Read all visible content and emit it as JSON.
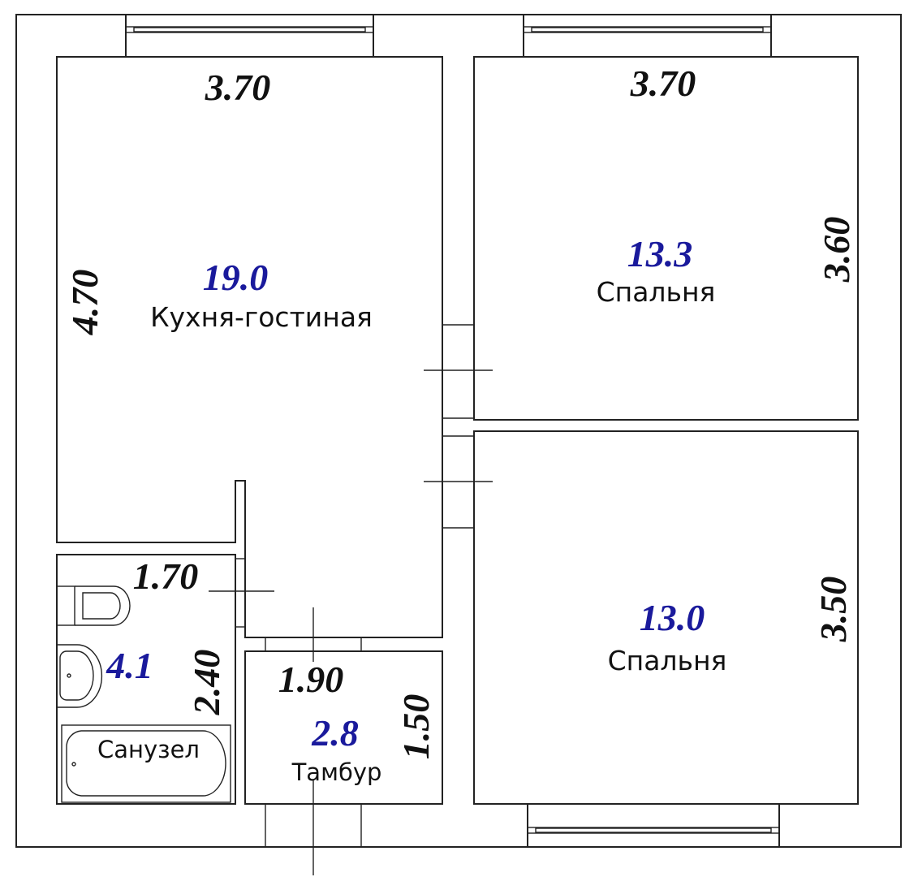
{
  "rooms": {
    "kitchen": {
      "name": "Кухня-гостиная",
      "area": "19.0",
      "width": "3.70",
      "length": "4.70"
    },
    "bedroom1": {
      "name": "Спальня",
      "area": "13.3",
      "width": "3.70",
      "length": "3.60"
    },
    "bedroom2": {
      "name": "Спальня",
      "area": "13.0",
      "length": "3.50"
    },
    "bathroom": {
      "name": "Санузел",
      "area": "4.1",
      "width": "1.70",
      "length": "2.40"
    },
    "vestibule": {
      "name": "Тамбур",
      "area": "2.8",
      "width": "1.90",
      "length": "1.50"
    }
  },
  "colors": {
    "area": "#1a1a9c",
    "lines": "#222222"
  }
}
